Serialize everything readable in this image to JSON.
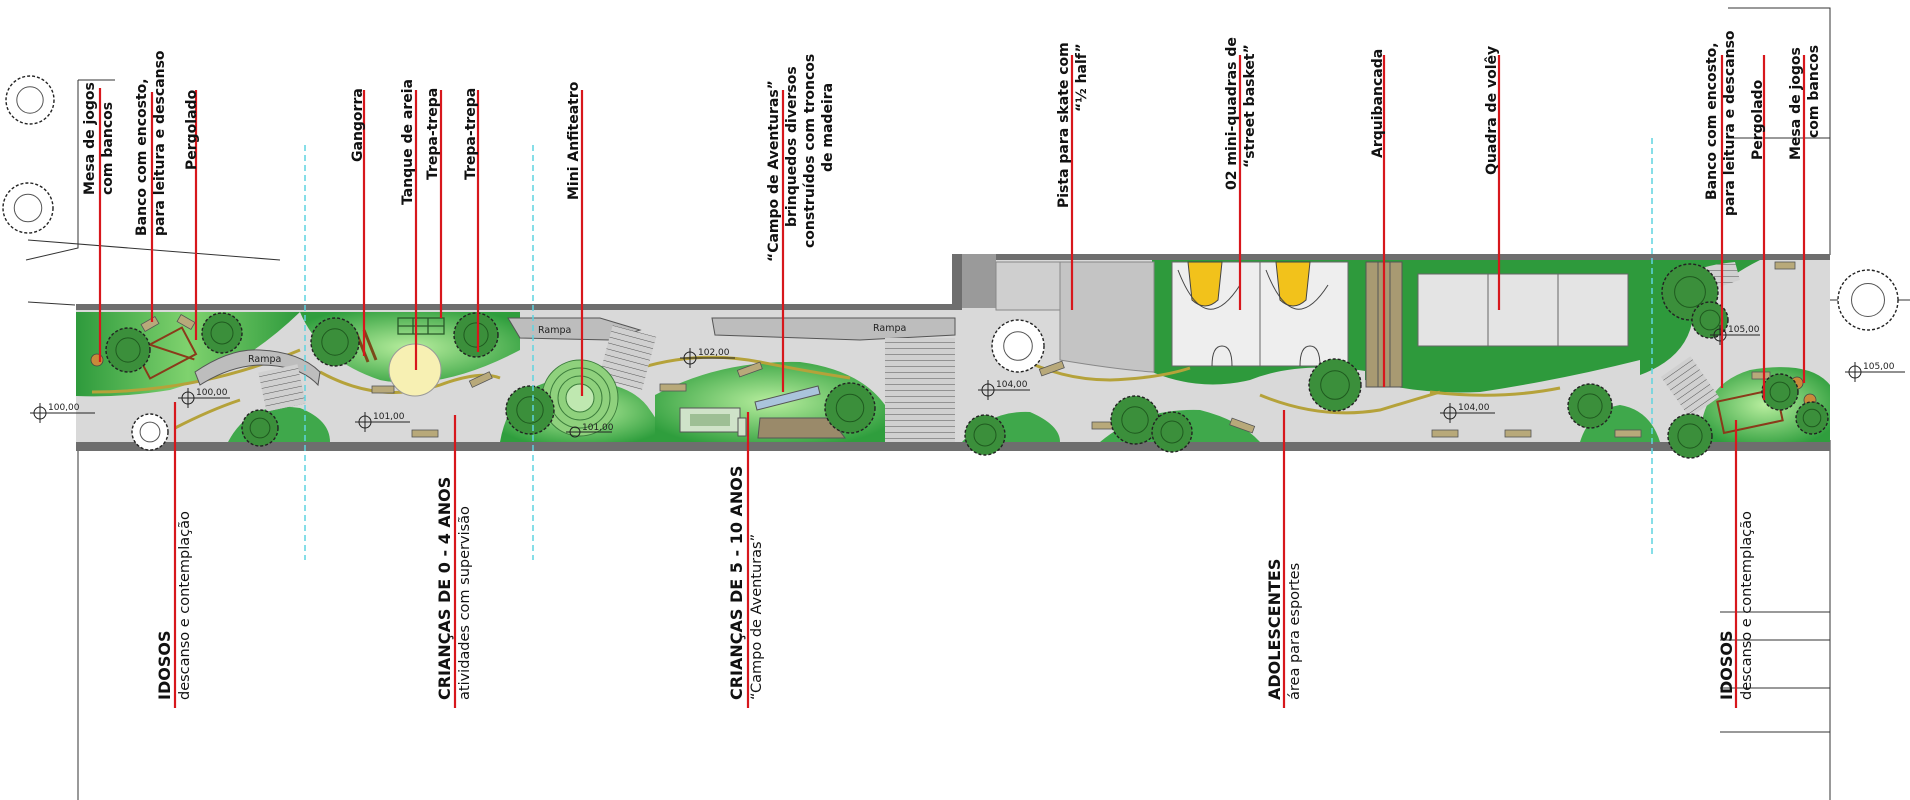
{
  "callouts": [
    {
      "id": "mesa-jogos-left",
      "lines": [
        "Mesa de jogos",
        "com bancos"
      ]
    },
    {
      "id": "banco-left",
      "lines": [
        "Banco com encosto,",
        "para leitura e descanso"
      ]
    },
    {
      "id": "pergolado-left",
      "lines": [
        "Pergolado"
      ]
    },
    {
      "id": "gangorra",
      "lines": [
        "Gangorra"
      ]
    },
    {
      "id": "tanque",
      "lines": [
        "Tanque de areia"
      ]
    },
    {
      "id": "trepa1",
      "lines": [
        "Trepa-trepa"
      ]
    },
    {
      "id": "trepa2",
      "lines": [
        "Trepa-trepa"
      ]
    },
    {
      "id": "anfiteatro",
      "lines": [
        "Mini Anfiteatro"
      ]
    },
    {
      "id": "campo",
      "lines": [
        "“Campo de Aventuras”",
        "brinquedos diversos",
        "construídos com troncos",
        "de madeira"
      ]
    },
    {
      "id": "skate",
      "lines": [
        "Pista  para skate com",
        "“½ half”"
      ]
    },
    {
      "id": "basket",
      "lines": [
        "02 mini-quadras de",
        "“street basket”"
      ]
    },
    {
      "id": "arquibancada",
      "lines": [
        "Arquibancada"
      ]
    },
    {
      "id": "volei",
      "lines": [
        "Quadra de volêy"
      ]
    },
    {
      "id": "banco-right",
      "lines": [
        "Banco com encosto,",
        "para leitura e descanso"
      ]
    },
    {
      "id": "pergolado-right",
      "lines": [
        "Pergolado"
      ]
    },
    {
      "id": "mesa-jogos-right",
      "lines": [
        "Mesa de jogos",
        "com bancos"
      ]
    }
  ],
  "zones": [
    {
      "id": "idosos-left",
      "title": "IDOSOS",
      "subtitle": "descanso e contemplação"
    },
    {
      "id": "criancas-0-4",
      "title": "CRIANÇAS DE 0 - 4 ANOS",
      "subtitle": "atividades com supervisão"
    },
    {
      "id": "criancas-5-10",
      "title": "CRIANÇAS DE 5 - 10 ANOS",
      "subtitle": "“Campo de Aventuras”"
    },
    {
      "id": "adolescentes",
      "title": "ADOLESCENTES",
      "subtitle": "área para esportes"
    },
    {
      "id": "idosos-right",
      "title": "IDOSOS",
      "subtitle": "descanso e contemplação"
    }
  ],
  "levels": [
    "100,00",
    "100,00",
    "101,00",
    "101,00",
    "102,00",
    "104,00",
    "104,00",
    "105,00",
    "105,00"
  ],
  "ramps": [
    "Rampa",
    "Rampa",
    "Rampa"
  ],
  "colors": {
    "callout_line": "#d7171c",
    "grass_dark": "#2e9a3c",
    "grass_light": "#9fe08f",
    "paving": "#d9d9d9",
    "wall": "#6e6e6e",
    "zone_divider": "#5fd4e0",
    "basket_court": "#f2c21b",
    "sand": "#f7f0b3"
  }
}
